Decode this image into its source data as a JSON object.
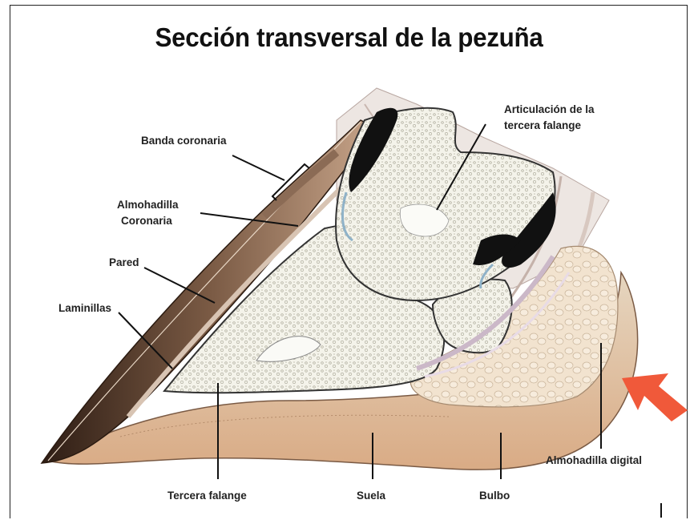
{
  "title": "Sección transversal de la pezuña",
  "labels": {
    "banda_coronaria": "Banda coronaria",
    "almohadilla_coronaria_1": "Almohadilla",
    "almohadilla_coronaria_2": "Coronaria",
    "pared": "Pared",
    "laminillas": "Laminillas",
    "articulacion_1": "Articulación de la",
    "articulacion_2": "tercera falange",
    "tercera_falange": "Tercera falange",
    "suela": "Suela",
    "bulbo": "Bulbo",
    "almohadilla_digital": "Almohadilla digital"
  },
  "colors": {
    "arrow": "#f0593a",
    "bone": "#f3f1e6",
    "wall": "#6b4a35",
    "sole": "#e9c9a6",
    "dark": "#111111"
  }
}
